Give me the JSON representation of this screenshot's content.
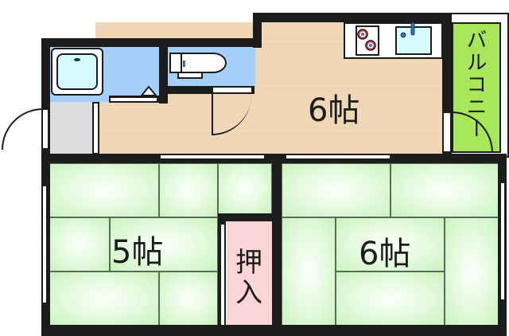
{
  "floorplan": {
    "rooms": [
      {
        "id": "kitchen_dining",
        "label": "6帖",
        "type": "wood-floor"
      },
      {
        "id": "japanese_room_left",
        "label": "5帖",
        "type": "tatami"
      },
      {
        "id": "japanese_room_right",
        "label": "6帖",
        "type": "tatami"
      },
      {
        "id": "closet",
        "label_line1": "押",
        "label_line2": "入",
        "type": "closet"
      },
      {
        "id": "balcony",
        "label": "バルコニー",
        "type": "balcony"
      },
      {
        "id": "bathroom",
        "type": "bath"
      },
      {
        "id": "toilet",
        "type": "toilet"
      },
      {
        "id": "entrance",
        "type": "genkan"
      }
    ],
    "colors": {
      "wall": "#1c1c1c",
      "wood_floor": "#efd7b8",
      "tatami": "#c9f3bf",
      "bath_area": "#a6d0fb",
      "bathtub": "#d5fbff",
      "entrance": "#dcdcdc",
      "closet": "#f9d5d5",
      "balcony": "#a8e65a"
    },
    "fixtures": [
      "bathtub-icon",
      "toilet-icon",
      "stove-icon",
      "sink-icon"
    ]
  }
}
